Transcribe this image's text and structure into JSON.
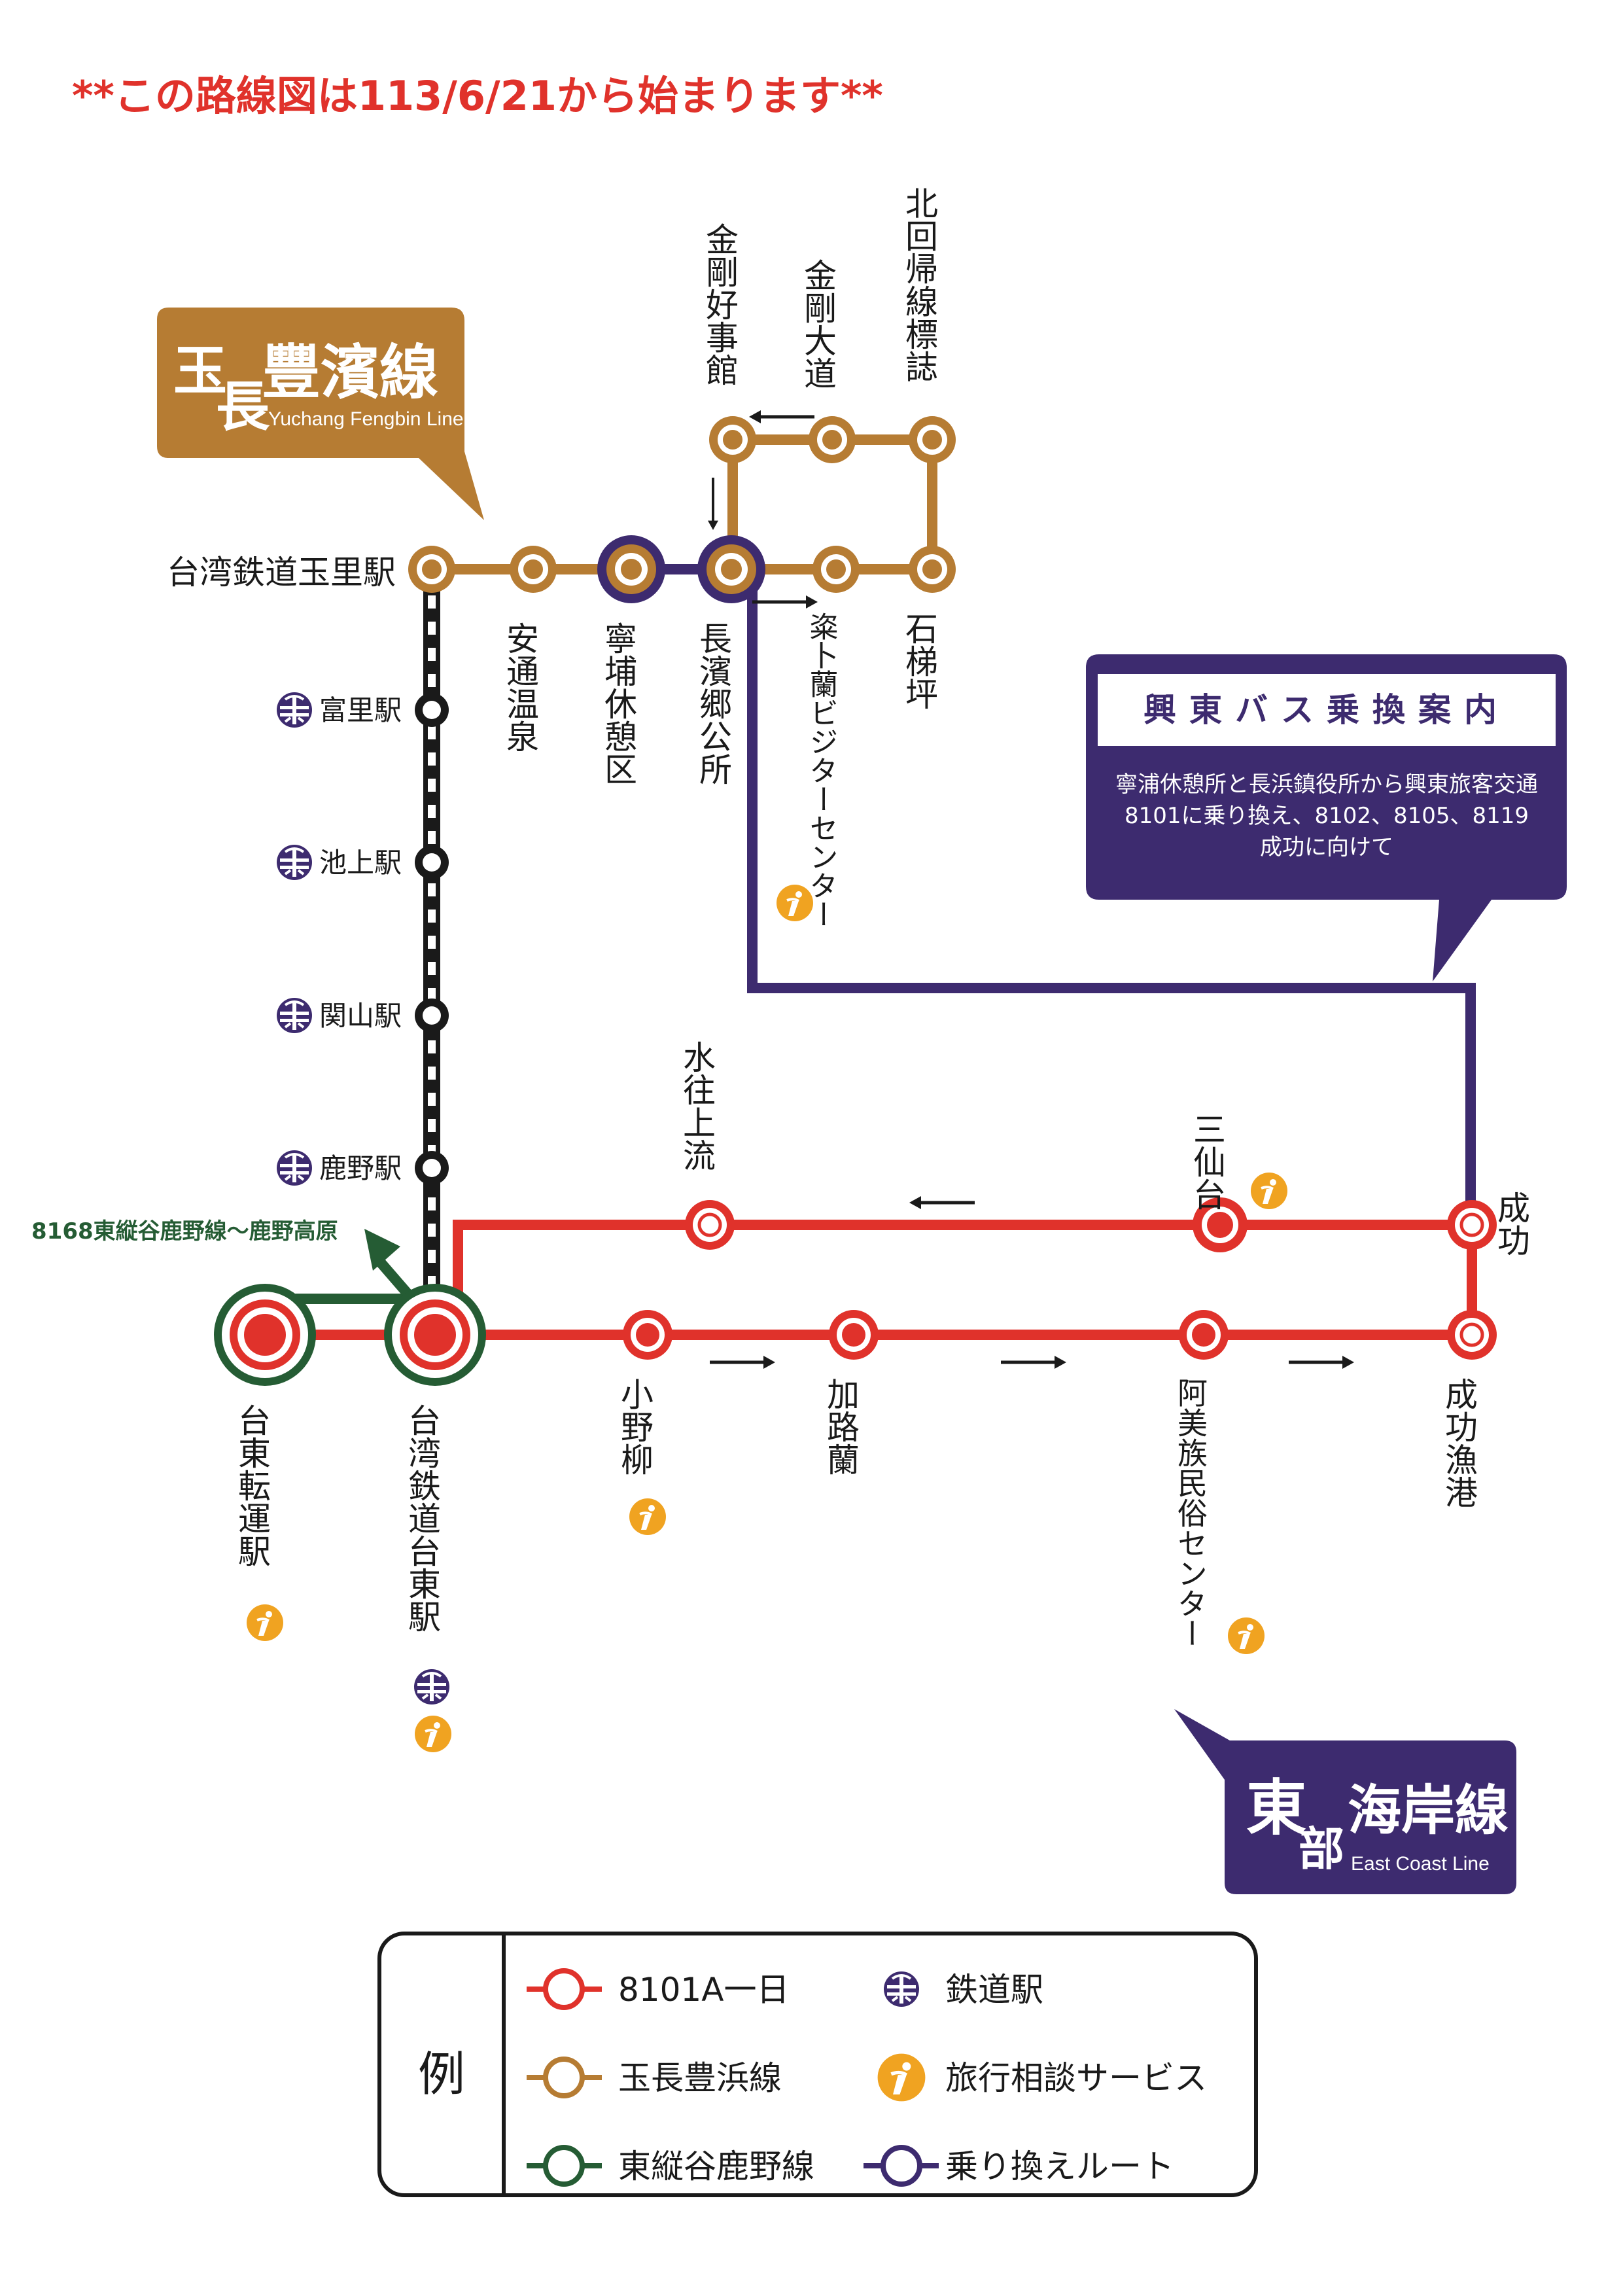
{
  "notice": "**この路線図は113/6/21から始まります**",
  "colors": {
    "red": "#e0322b",
    "brown": "#b67c33",
    "purple": "#3d2b6f",
    "green": "#255c34",
    "orange": "#f0a321",
    "black": "#1a1a1a"
  },
  "yuchang_badge": {
    "title_a": "玉",
    "title_b": "長",
    "title_c": "豐濱線",
    "subtitle": "Yuchang Fengbin Line"
  },
  "eastcoast_badge": {
    "title_a": "東",
    "title_b": "部",
    "title_c": "海岸線",
    "subtitle": "East Coast Line"
  },
  "transfer_box": {
    "title": "興東バス乗換案内",
    "line1": "寧浦休憩所と長浜鎮役所から興東旅客交通",
    "line2": "8101に乗り換え、8102、8105、8119",
    "line3": "成功に向けて"
  },
  "green_route_label": "8168東縦谷鹿野線～鹿野高原",
  "stations": {
    "yuli": "台湾鉄道玉里駅",
    "antong": "安通温泉",
    "ningpu": "寧埔休憩区",
    "changbin": "長濱郷公所",
    "xibulan": "粢卜蘭ビジターセンター",
    "shitiping": "石梯坪",
    "jingang_haoshi": "金剛好事館",
    "jingang_dadao": "金剛大道",
    "tropic": "北回帰線標誌",
    "fuli": "富里駅",
    "chishang": "池上駅",
    "guanshan": "関山駅",
    "luye": "鹿野駅",
    "taitung_transfer": "台東転運駅",
    "taitung_rail": "台湾鉄道台東駅",
    "xiaoyeliu": "小野柳",
    "jialulan": "加路蘭",
    "amis": "阿美族民俗センター",
    "chenggong_port": "成功漁港",
    "chenggong": "成功",
    "sanxiantai": "三仙台",
    "shuiwang": "水往上流"
  },
  "legend": {
    "title": "例",
    "red_route": "8101A一日",
    "brown_route": "玉長豊浜線",
    "green_route": "東縦谷鹿野線",
    "rail_station": "鉄道駅",
    "info_service": "旅行相談サービス",
    "transfer_route": "乗り換えルート"
  },
  "icons": {
    "rail": "railway-station-icon",
    "info": "travel-info-icon",
    "arrow": "direction-arrow-icon"
  }
}
